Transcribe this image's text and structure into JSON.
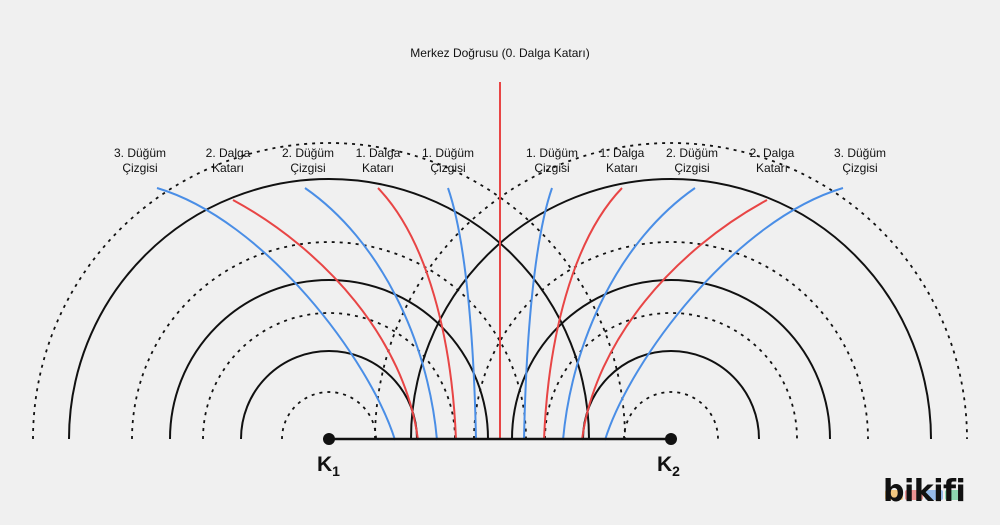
{
  "center_line_label": "Merkez Doğrusu (0. Dalga Katarı)",
  "lines": [
    {
      "id": "node-3-left",
      "kind": "node",
      "label": [
        "3. Düğüm",
        "Çizgisi"
      ]
    },
    {
      "id": "anti-2-left",
      "kind": "anti",
      "label": [
        "2. Dalga",
        "Katarı"
      ]
    },
    {
      "id": "node-2-left",
      "kind": "node",
      "label": [
        "2. Düğüm",
        "Çizgisi"
      ]
    },
    {
      "id": "anti-1-left",
      "kind": "anti",
      "label": [
        "1. Dalga",
        "Katarı"
      ]
    },
    {
      "id": "node-1-left",
      "kind": "node",
      "label": [
        "1. Düğüm",
        "Çizgisi"
      ]
    },
    {
      "id": "node-1-right",
      "kind": "node",
      "label": [
        "1. Düğüm",
        "Çizgisi"
      ]
    },
    {
      "id": "anti-1-right",
      "kind": "anti",
      "label": [
        "1. Dalga",
        "Katarı"
      ]
    },
    {
      "id": "node-2-right",
      "kind": "node",
      "label": [
        "2. Düğüm",
        "Çizgisi"
      ]
    },
    {
      "id": "anti-2-right",
      "kind": "anti",
      "label": [
        "2. Dalga",
        "Katarı"
      ]
    },
    {
      "id": "node-3-right",
      "kind": "node",
      "label": [
        "3. Düğüm",
        "Çizgisi"
      ]
    }
  ],
  "sources": [
    {
      "letter": "K",
      "sub": "1"
    },
    {
      "letter": "K",
      "sub": "2"
    }
  ],
  "logo": "bikifi",
  "colors": {
    "node_line": "#4a8ee6",
    "antinode_line": "#e84545",
    "wave_crest": "#111111",
    "background": "#f0f0f0"
  }
}
